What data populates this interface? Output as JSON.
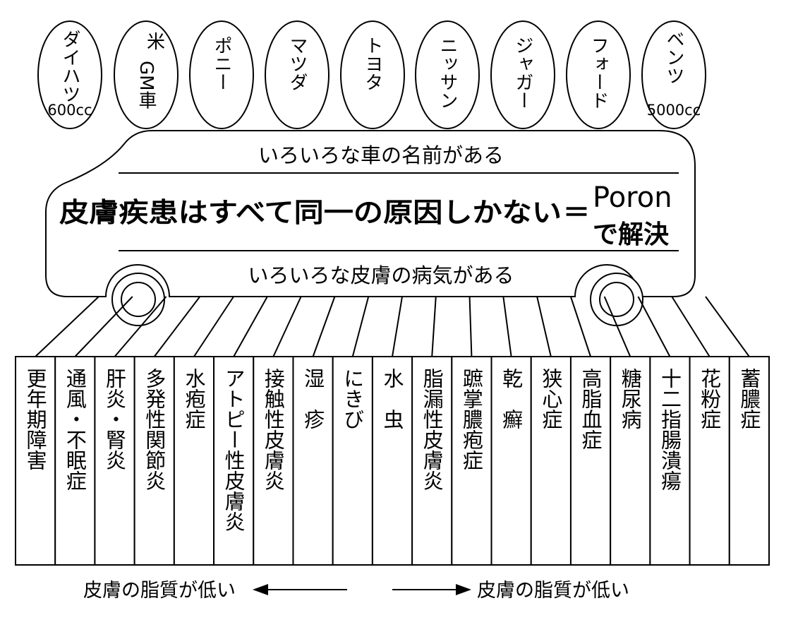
{
  "ovals": [
    {
      "name": "ダイハツ",
      "extra": "600cc"
    },
    {
      "name": "GM車",
      "prefix": "米"
    },
    {
      "name": "ポニー"
    },
    {
      "name": "マツダ"
    },
    {
      "name": "トヨタ"
    },
    {
      "name": "ニッサン"
    },
    {
      "name": "ジャガー"
    },
    {
      "name": "フォード"
    },
    {
      "name": "ベンツ",
      "extra": "5000cc"
    }
  ],
  "bus": {
    "top_caption": "いろいろな車の名前がある",
    "headline": "皮膚疾患はすべて同一の原因しかない",
    "equals": "＝",
    "poron": "Poron",
    "kaiketsu": "で解決",
    "bottom_caption": "いろいろな皮膚の病気がある"
  },
  "diseases": [
    "更年期障害",
    "通風・不眠症",
    "肝炎・腎炎",
    "多発性関節炎",
    "水疱症",
    "アトピー性皮膚炎",
    "接触性皮膚炎",
    "湿　疹",
    "にきび",
    "水　虫",
    "脂漏性皮膚炎",
    "蹠掌膿疱症",
    "乾　癬",
    "狭心症",
    "高脂血症",
    "糖尿病",
    "十二指腸潰瘍",
    "花粉症",
    "蓄膿症"
  ],
  "footer": {
    "left": "皮膚の脂質が低い",
    "right": "皮膚の脂質が低い"
  }
}
